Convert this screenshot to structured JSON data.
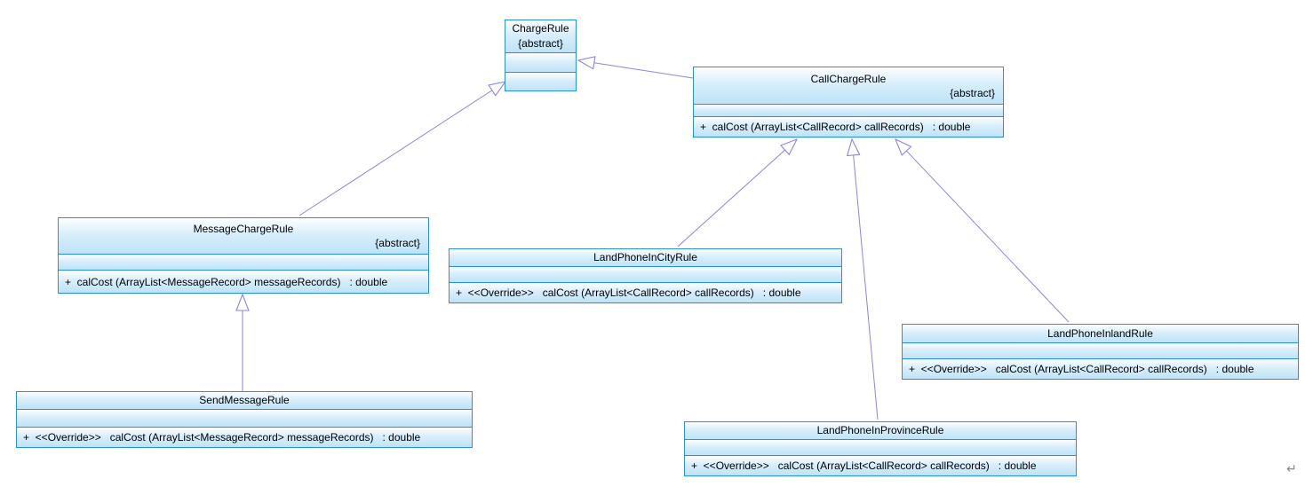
{
  "diagram": {
    "type": "uml-class-diagram",
    "colors": {
      "box_border": "#2a90d9",
      "box_fill_top": "#fdfeff",
      "box_fill_bottom": "#bee3f8",
      "edge_line": "#8787df",
      "text": "#000000",
      "return_mark": "#8a8a8a"
    },
    "return_mark": "↵"
  },
  "classes": [
    {
      "name": "ChargeRule",
      "stereotype": "{abstract}",
      "operations": []
    },
    {
      "name": "CallChargeRule",
      "stereotype": "{abstract}",
      "operations": [
        "+  calCost (ArrayList<CallRecord> callRecords)   : double"
      ]
    },
    {
      "name": "MessageChargeRule",
      "stereotype": "{abstract}",
      "operations": [
        "+  calCost (ArrayList<MessageRecord> messageRecords)   : double"
      ]
    },
    {
      "name": "LandPhoneInCityRule",
      "operations": [
        "+  <<Override>>   calCost (ArrayList<CallRecord> callRecords)   : double"
      ]
    },
    {
      "name": "LandPhoneInlandRule",
      "operations": [
        "+  <<Override>>   calCost (ArrayList<CallRecord> callRecords)   : double"
      ]
    },
    {
      "name": "SendMessageRule",
      "operations": [
        "+  <<Override>>   calCost (ArrayList<MessageRecord> messageRecords)   : double"
      ]
    },
    {
      "name": "LandPhoneInProvinceRule",
      "operations": [
        "+  <<Override>>   calCost (ArrayList<CallRecord> callRecords)   : double"
      ]
    }
  ],
  "relationships": [
    {
      "from": "CallChargeRule",
      "to": "ChargeRule",
      "type": "generalization"
    },
    {
      "from": "MessageChargeRule",
      "to": "ChargeRule",
      "type": "generalization"
    },
    {
      "from": "SendMessageRule",
      "to": "MessageChargeRule",
      "type": "generalization"
    },
    {
      "from": "LandPhoneInCityRule",
      "to": "CallChargeRule",
      "type": "generalization"
    },
    {
      "from": "LandPhoneInProvinceRule",
      "to": "CallChargeRule",
      "type": "generalization"
    },
    {
      "from": "LandPhoneInlandRule",
      "to": "CallChargeRule",
      "type": "generalization"
    }
  ]
}
